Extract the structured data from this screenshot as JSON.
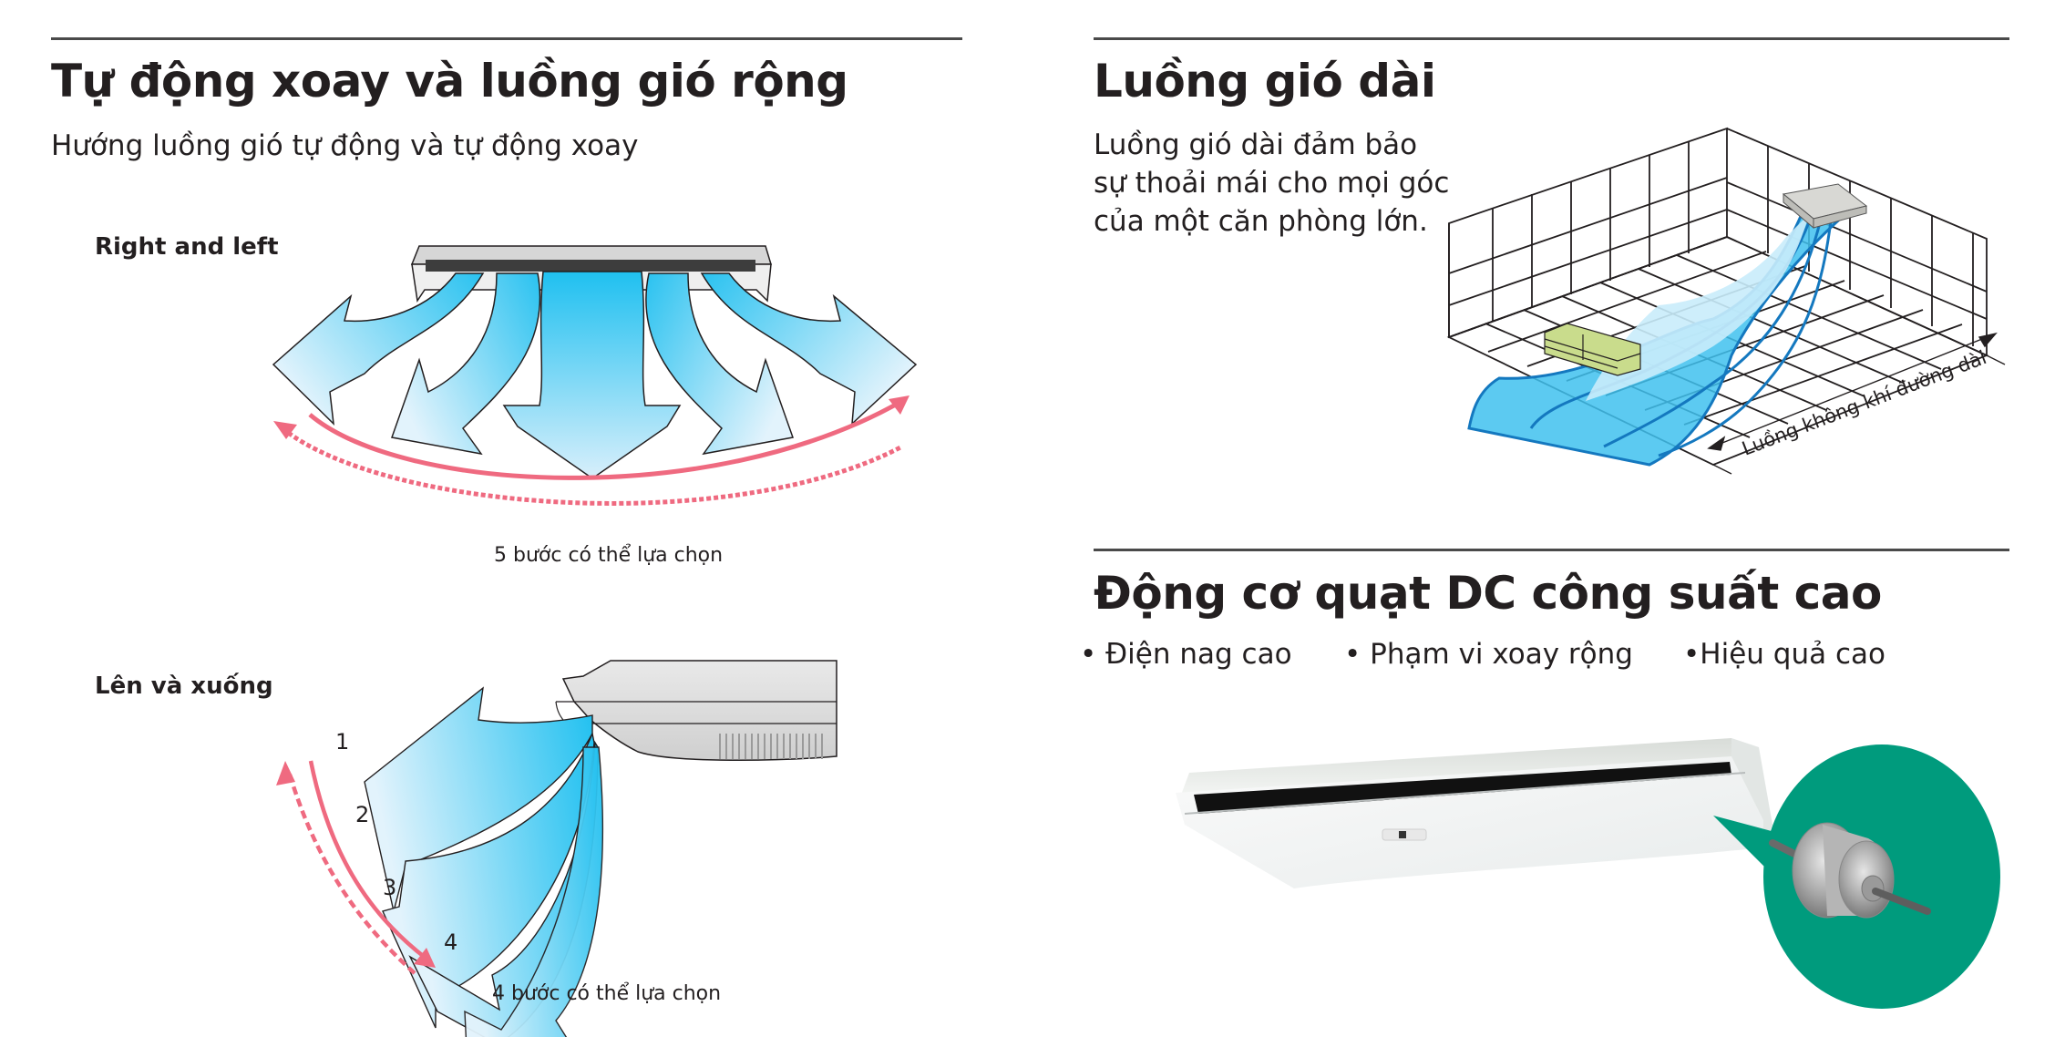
{
  "left_section": {
    "title": "Tự động xoay và luồng gió rộng",
    "subtitle": "Hướng luồng gió tự động và tự động xoay",
    "right_left": {
      "label": "Right and left",
      "caption": "5 bước có thể lựa chọn"
    },
    "up_down": {
      "label": "Lên và xuống",
      "caption": "4 bước có thể lựa chọn",
      "steps": [
        "1",
        "2",
        "3",
        "4"
      ]
    }
  },
  "long_airflow": {
    "title": "Luồng gió dài",
    "body_lines": [
      "Luồng gió dài đảm bảo",
      "sự thoải mái cho mọi góc",
      "của một căn phòng lớn."
    ],
    "diagram_label": "Luồng không khí đường dài"
  },
  "dc_motor": {
    "title": "Động cơ quạt DC công suất cao",
    "bullets": [
      "• Điện nag cao",
      "• Phạm vi xoay rộng",
      "•Hiệu quả cao"
    ]
  },
  "colors": {
    "text": "#231f20",
    "rule": "#4a4a4a",
    "airflow_blue": "#22c0f0",
    "airflow_light": "#d8effb",
    "arrow_pink": "#ef6a80",
    "motor_green": "#009b7d",
    "grid_floor_blue": "#2aa8e0"
  }
}
